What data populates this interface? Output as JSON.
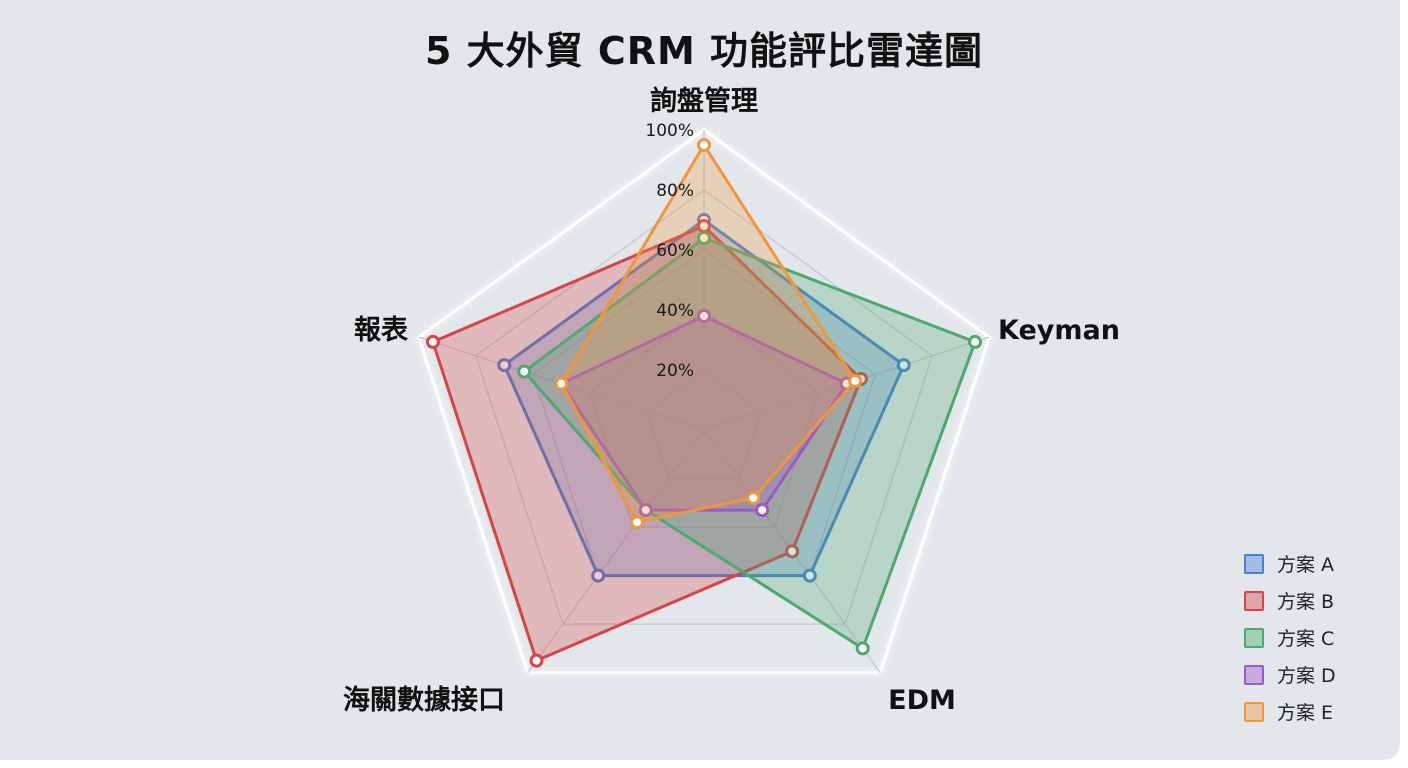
{
  "chart_data": {
    "type": "radar",
    "title": "5 大外貿 CRM 功能評比雷達圖",
    "axes": [
      "詢盤管理",
      "Keyman",
      "EDM",
      "海關數據接口",
      "報表"
    ],
    "ticks": [
      "20%",
      "40%",
      "60%",
      "80%",
      "100%"
    ],
    "range": [
      0,
      100
    ],
    "legend_position": "bottom-right",
    "series": [
      {
        "name": "方案 A",
        "color": "#4a7fd4",
        "values": [
          70,
          70,
          60,
          60,
          70
        ]
      },
      {
        "name": "方案 B",
        "color": "#d64545",
        "values": [
          68,
          55,
          50,
          95,
          95
        ]
      },
      {
        "name": "方案 C",
        "color": "#4caa6e",
        "values": [
          64,
          95,
          90,
          33,
          63
        ]
      },
      {
        "name": "方案 D",
        "color": "#9b59c9",
        "values": [
          38,
          50,
          33,
          33,
          50
        ]
      },
      {
        "name": "方案 E",
        "color": "#f0963c",
        "values": [
          95,
          53,
          28,
          38,
          50
        ]
      }
    ]
  }
}
